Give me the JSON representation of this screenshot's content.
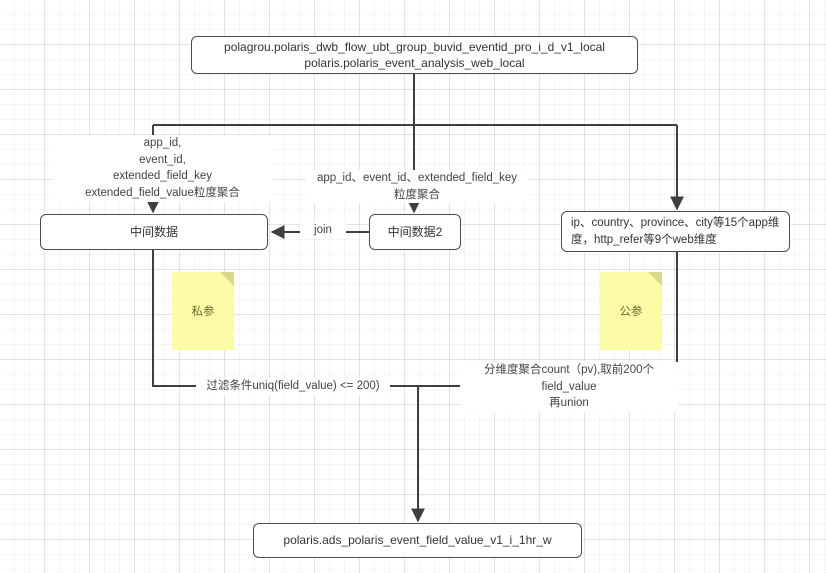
{
  "diagram": {
    "title": "polaris event field value data flow",
    "background": "#ffffff",
    "grid_color": "#e8e8e8",
    "node_border_color": "#4d4d4d",
    "note_color": "#fcfba6",
    "edge_color": "#3f3f3f"
  },
  "nodes": {
    "source": {
      "label": "polagrou.polaris_dwb_flow_ubt_group_buvid_eventid_pro_i_d_v1_local\npolaris.polaris_event_analysis_web_local"
    },
    "mid1": {
      "label": "中间数据"
    },
    "mid2": {
      "label": "中间数据2"
    },
    "dims": {
      "label": "ip、country、province、city等15个app维度，http_refer等9个web维度"
    },
    "target": {
      "label": "polaris.ads_polaris_event_field_value_v1_i_1hr_w"
    }
  },
  "notes": {
    "private": {
      "label": "私参"
    },
    "public": {
      "label": "公参"
    }
  },
  "edge_labels": {
    "left_aggregate": "app_id,\nevent_id,\nextended_field_key\nextended_field_value粒度聚合",
    "mid_aggregate": "app_id、event_id、extended_field_key\n粒度聚合",
    "join": "join",
    "filter": "过滤条件uniq(field_value) <= 200)",
    "dimension_aggregate": "分维度聚合count（pv),取前200个\nfield_value\n再union"
  }
}
